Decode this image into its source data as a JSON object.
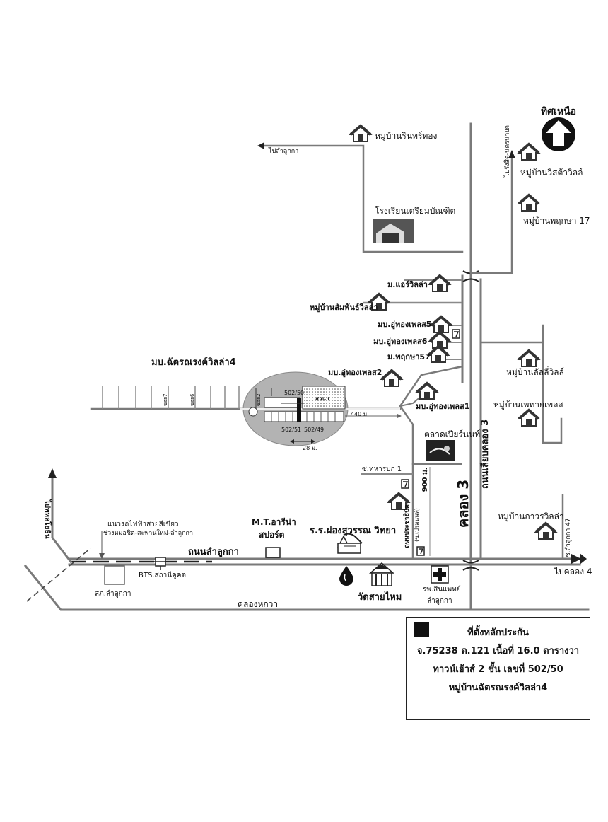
{
  "north": {
    "label": "ทิศเหนือ"
  },
  "roads": {
    "lam_luk_ka": "ถนนลำลูกกา",
    "khlong_hok_wa": "คลองหกวา",
    "liap_khlong_3": "ถนนเลียบคลอง 3",
    "khlong_3": "คลอง 3",
    "prachathipat": "ถนนประชาธิปัต",
    "prachathipat_sub": "(ซ.เปรมนนท์)",
    "thahan_bok": "ซ.ทหารบก 1",
    "lam_luk_ka_47": "ซ.ลำลูกกา 47",
    "to_lam_luk_ka": "ไปลำลูกกา",
    "to_rangsit": "ไปรังสิต-นครนายก",
    "to_phahon": "ไปพหลโยธิน",
    "to_khlong_4": "ไปคลอง 4",
    "soi_7": "ซอย7",
    "soi_6": "ซอย6",
    "soi_2": "ซอย2"
  },
  "villages": {
    "rinthong": "หมู่บ้านรินทร์ทอง",
    "wisata": "หมู่บ้านวิสต้าวิลล์",
    "pruksa17": "หมู่บ้านพฤกษา 17",
    "air_villa": "ม.แอร์วิลล่า",
    "samphan": "หมู่บ้านสัมพันธ์วิลล่า",
    "uthong5": "มบ.อู่ทองเพลส5",
    "uthong6": "มบ.อู่ทองเพลส6",
    "pruksa57": "ม.พฤกษา57",
    "uthong2": "มบ.อู่ทองเพลส2",
    "uthong1": "มบ.อู่ทองเพลส1",
    "chatnarong": "มบ.ฉัตรณรงค์วิลล่า4",
    "lanla": "หมู่บ้านลัลลี่วิลล์",
    "phetthai": "หมู่บ้านเพทายเพลส",
    "thawon": "หมู่บ้านถาวรวิลล่า"
  },
  "places": {
    "school": "โรงเรียนเตรียมบัณฑิต",
    "market": "ตลาดเปียร์นนท์",
    "mt_arena_1": "M.T.อารีน่า",
    "mt_arena_2": "สปอร์ต",
    "pongsawan": "ร.ร.ผ่องสุวรรณ วิทยา",
    "wat": "วัดสายไหม",
    "hospital_1": "รพ.สินแพทย์",
    "hospital_2": "ลำลูกกา",
    "police": "สภ.ลำลูกกา",
    "bts": "BTS.สถานีคูคต",
    "green_line_1": "แนวรถไฟฟ้าสายสีเขียว",
    "green_line_2": "ช่วงหมอชิต-สะพานใหม่-ลำลูกกา"
  },
  "site": {
    "plot_50": "502/50",
    "plot_51": "502/51",
    "plot_49": "502/49",
    "park": "สวนฯ",
    "dist_440": "440 ม.",
    "dist_28": "28 ม.",
    "dist_900": "900 ม."
  },
  "legend": {
    "title": "ที่ตั้งหลักประกัน",
    "line1": "จ.75238  ต.121 เนื้อที่ 16.0 ตารางวา",
    "line2": "ทาวน์เฮ้าส์  2 ชั้น  เลขที่ 502/50",
    "line3": "หมู่บ้านฉัตรณรงค์วิลล่า4"
  },
  "icons": [
    "north-arrow-icon",
    "house-icon",
    "seven-eleven-icon",
    "school-photo",
    "market-photo",
    "gas-station-icon",
    "temple-icon",
    "hospital-cross-icon",
    "school-building-icon",
    "bts-station-icon"
  ]
}
